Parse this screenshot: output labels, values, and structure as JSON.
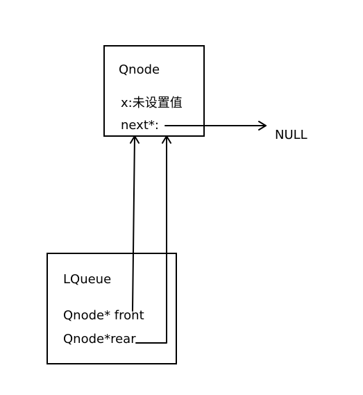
{
  "qnode": {
    "title": "Qnode",
    "field_x": "x:未设置值",
    "field_next": "next*:"
  },
  "null_label": "NULL",
  "lqueue": {
    "title": "LQueue",
    "field_front": "Qnode* front",
    "field_rear": "Qnode*rear"
  },
  "colors": {
    "stroke": "#000000",
    "background": "#ffffff"
  }
}
